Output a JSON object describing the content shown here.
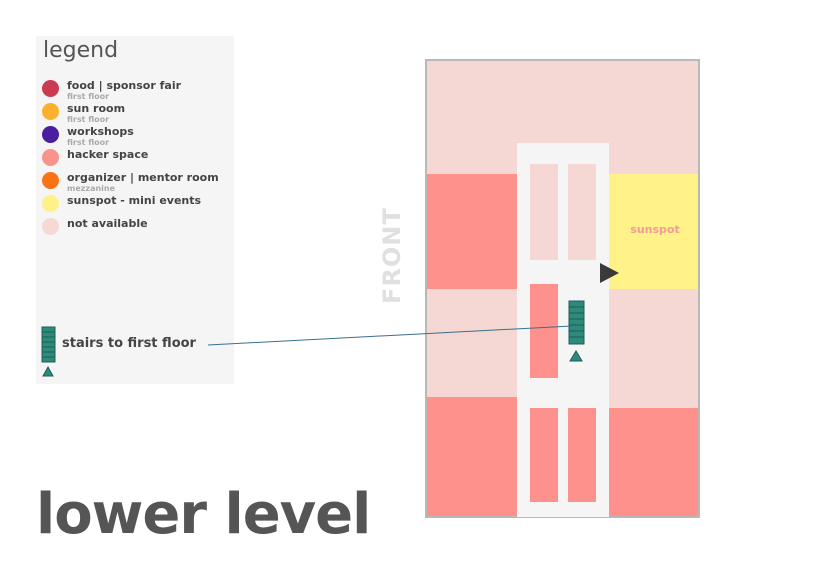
{
  "legend": {
    "title": "legend",
    "items": [
      {
        "label": "food | sponsor fair",
        "sublabel": "first floor",
        "color": "#cc3a52"
      },
      {
        "label": "sun room",
        "sublabel": "first floor",
        "color": "#fbb12d"
      },
      {
        "label": "workshops",
        "sublabel": "first floor",
        "color": "#4a1ea0"
      },
      {
        "label": "hacker space",
        "sublabel": "",
        "color": "#f8948c"
      },
      {
        "label": "organizer | mentor room",
        "sublabel": "mezzanine",
        "color": "#f97315"
      },
      {
        "label": "sunspot - mini events",
        "sublabel": "",
        "color": "#fff18a"
      },
      {
        "label": "not available",
        "sublabel": "",
        "color": "#f6d8d4"
      }
    ],
    "stairs_label": "stairs to first floor"
  },
  "map": {
    "front_label": "FRONT",
    "sunspot_label": "sunspot",
    "colors": {
      "hacker_space": "#ff918c",
      "not_available": "#f5d8d3",
      "sunspot": "#fef289",
      "hallway": "#f5f5f5",
      "stairs": "#2e8a7b"
    }
  },
  "page_title": "lower level"
}
